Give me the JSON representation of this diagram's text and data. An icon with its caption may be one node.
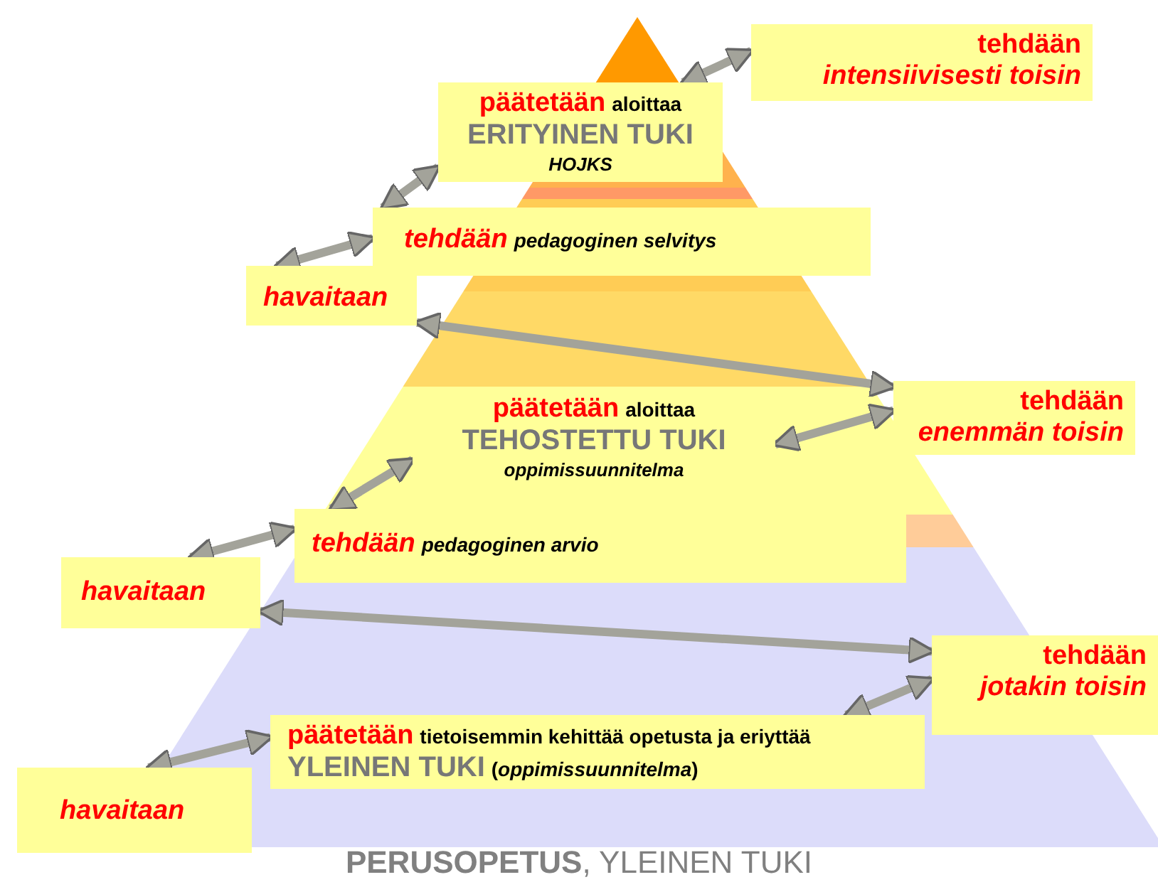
{
  "diagram": {
    "nodes": [
      {
        "text": [
          "tehdään",
          "intensiivisesti toisin"
        ]
      },
      {
        "text": [
          "päätetään",
          "aloittaa",
          "ERITYINEN TUKI",
          "HOJKS"
        ]
      },
      {
        "text": [
          "tehdään",
          "pedagoginen selvitys"
        ]
      },
      {
        "text": [
          "havaitaan"
        ]
      },
      {
        "text": [
          "tehdään",
          "enemmän toisin"
        ]
      },
      {
        "text": [
          "päätetään",
          "aloittaa",
          "TEHOSTETTU TUKI",
          "oppimissuunnitelma"
        ]
      },
      {
        "text": [
          "tehdään",
          "pedagoginen arvio"
        ]
      },
      {
        "text": [
          "havaitaan"
        ]
      },
      {
        "text": [
          "tehdään",
          "jotakin toisin"
        ]
      },
      {
        "text": [
          "päätetään",
          "tietoisemmin kehittää opetusta ja eriyttää",
          "YLEINEN TUKI",
          "(*oppimissuunnitelma*)"
        ]
      },
      {
        "text": [
          "havaitaan"
        ]
      }
    ],
    "edges": [
      {
        "from": 1,
        "to": 0,
        "arrow": "both"
      },
      {
        "from": 2,
        "to": 1,
        "arrow": "both"
      },
      {
        "from": 3,
        "to": 2,
        "arrow": "both"
      },
      {
        "from": 3,
        "to": 4,
        "arrow": "both"
      },
      {
        "from": 5,
        "to": 4,
        "arrow": "both"
      },
      {
        "from": 6,
        "to": 5,
        "arrow": "both"
      },
      {
        "from": 7,
        "to": 6,
        "arrow": "both"
      },
      {
        "from": 7,
        "to": 8,
        "arrow": "both"
      },
      {
        "from": 9,
        "to": 8,
        "arrow": "both"
      },
      {
        "from": 10,
        "to": 9,
        "arrow": "both"
      }
    ],
    "labels": [
      "**PERUSOPETUS**, YLEINEN TUKI"
    ]
  }
}
